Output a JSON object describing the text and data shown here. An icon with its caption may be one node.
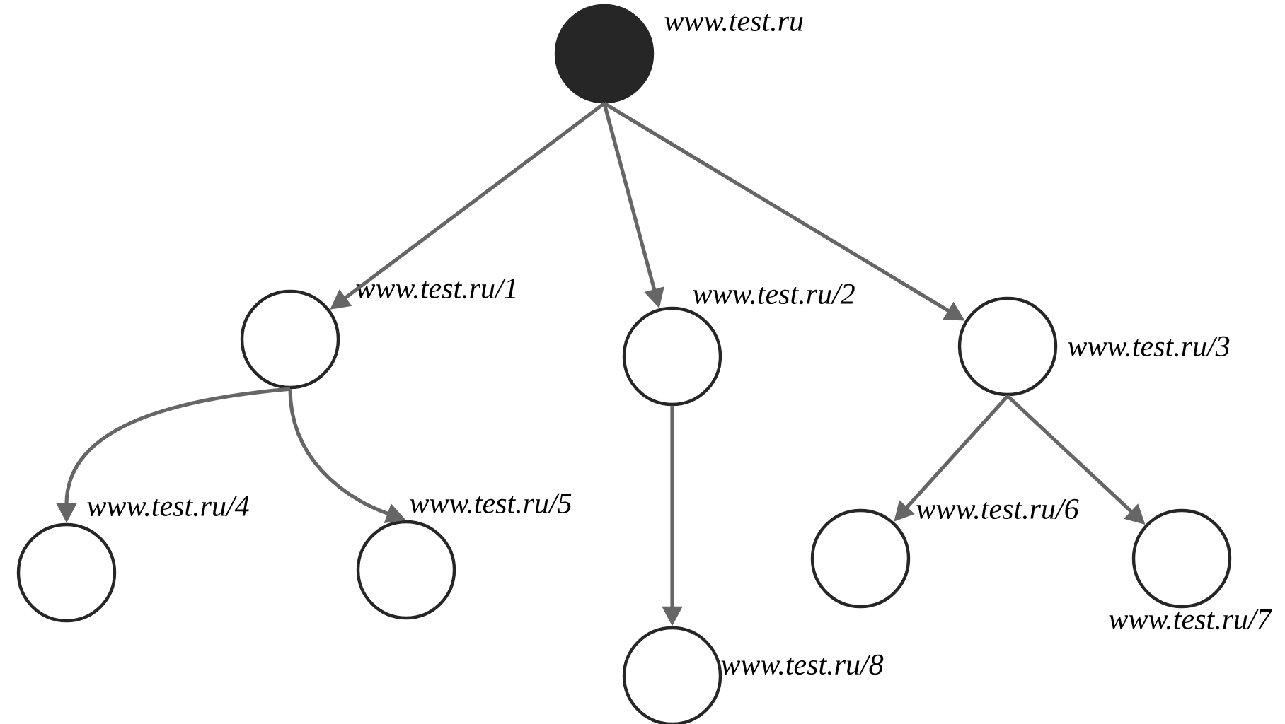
{
  "diagram": {
    "nodes": [
      {
        "text": [],
        "shape": "circle",
        "beside": [
          "www.test.ru"
        ]
      },
      {
        "text": [],
        "shape": "circle",
        "beside": [
          "www.test.ru/1"
        ]
      },
      {
        "text": [],
        "shape": "circle",
        "beside": [
          "www.test.ru/2"
        ]
      },
      {
        "text": [],
        "shape": "circle",
        "beside": [
          "www.test.ru/3"
        ]
      },
      {
        "text": [],
        "shape": "circle",
        "beside": [
          "www.test.ru/4"
        ]
      },
      {
        "text": [],
        "shape": "circle",
        "beside": [
          "www.test.ru/5"
        ]
      },
      {
        "text": [],
        "shape": "circle",
        "beside": [
          "www.test.ru/6"
        ]
      },
      {
        "text": [],
        "shape": "circle",
        "beside": [
          "www.test.ru/7"
        ]
      },
      {
        "text": [],
        "shape": "circle",
        "beside": [
          "www.test.ru/8"
        ]
      }
    ],
    "edges": [
      {
        "from": 0,
        "to": 1,
        "arrow": "to"
      },
      {
        "from": 0,
        "to": 2,
        "arrow": "to"
      },
      {
        "from": 0,
        "to": 3,
        "arrow": "to"
      },
      {
        "from": 1,
        "to": 4,
        "arrow": "to"
      },
      {
        "from": 1,
        "to": 5,
        "arrow": "to"
      },
      {
        "from": 2,
        "to": 8,
        "arrow": "to"
      },
      {
        "from": 3,
        "to": 6,
        "arrow": "to"
      },
      {
        "from": 3,
        "to": 7,
        "arrow": "to"
      }
    ]
  }
}
